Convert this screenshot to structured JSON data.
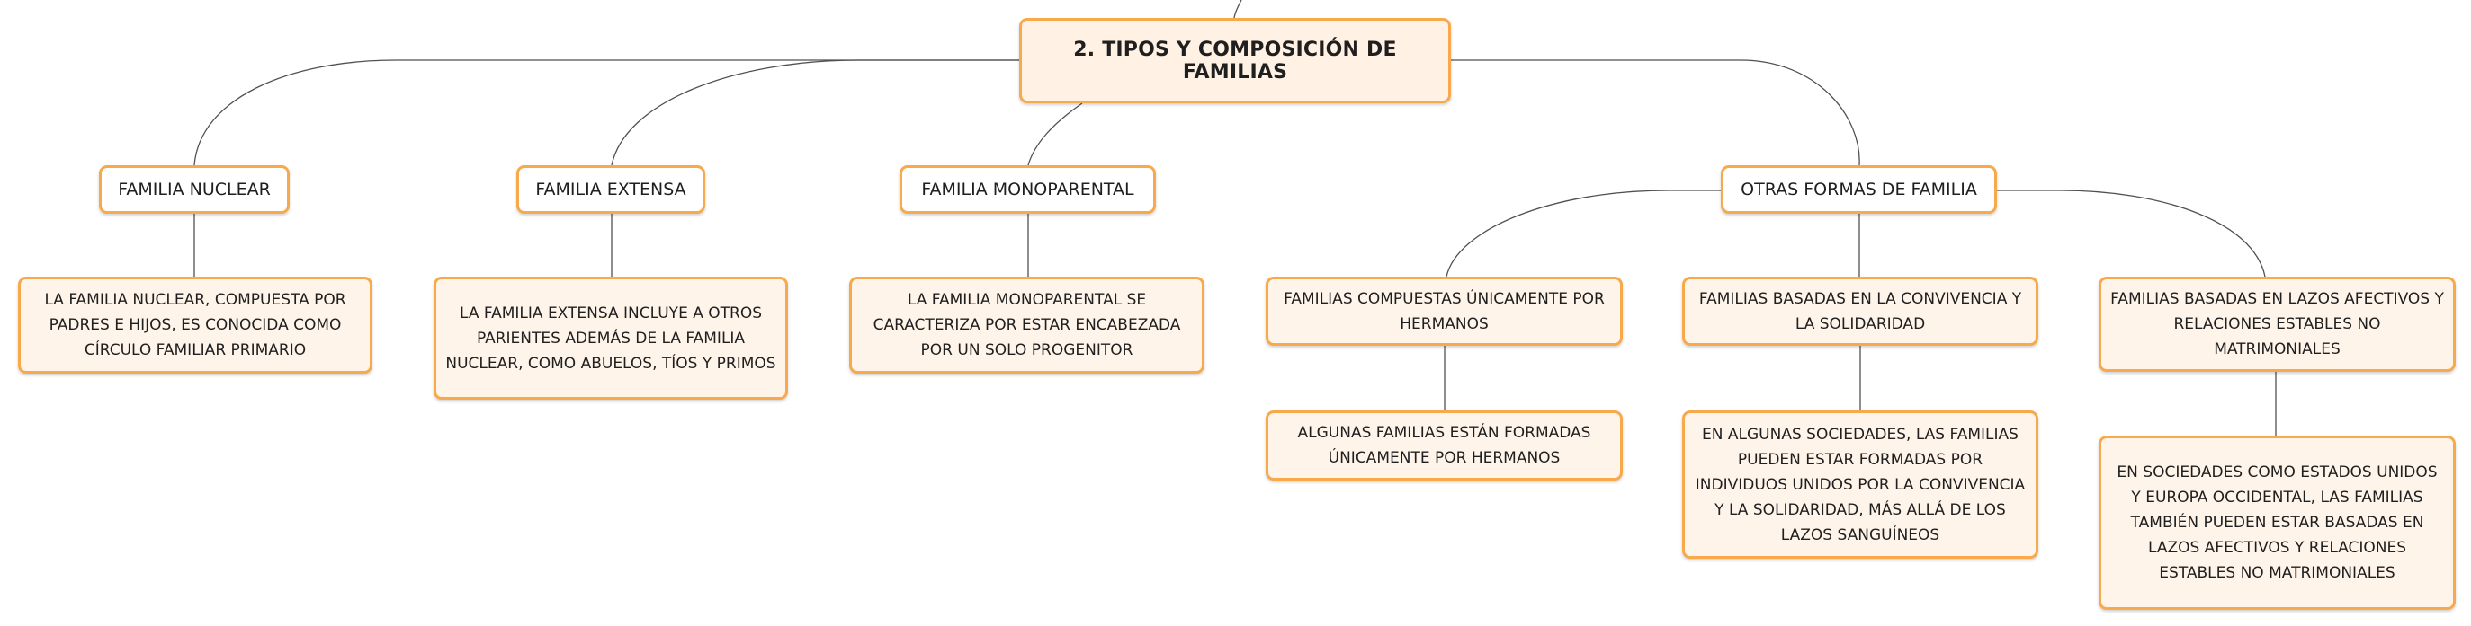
{
  "colors": {
    "border": "#f7a94b",
    "root_fill": "#fff1e3",
    "leaf_fill": "#fff4ea",
    "line": "#505050"
  },
  "root": {
    "label": "2. TIPOS Y COMPOSICIÓN DE FAMILIAS"
  },
  "branches": [
    {
      "label": "FAMILIA NUCLEAR",
      "detail": "LA FAMILIA NUCLEAR, COMPUESTA POR PADRES E HIJOS, ES CONOCIDA COMO CÍRCULO FAMILIAR PRIMARIO"
    },
    {
      "label": "FAMILIA EXTENSA",
      "detail": "LA FAMILIA EXTENSA INCLUYE A OTROS PARIENTES ADEMÁS DE LA FAMILIA NUCLEAR, COMO ABUELOS, TÍOS Y PRIMOS"
    },
    {
      "label": "FAMILIA MONOPARENTAL",
      "detail": "LA FAMILIA MONOPARENTAL SE CARACTERIZA POR ESTAR ENCABEZADA POR UN SOLO PROGENITOR"
    },
    {
      "label": "OTRAS FORMAS DE FAMILIA",
      "children": [
        {
          "label": "FAMILIAS COMPUESTAS ÚNICAMENTE POR HERMANOS",
          "detail": "ALGUNAS FAMILIAS ESTÁN FORMADAS ÚNICAMENTE POR HERMANOS"
        },
        {
          "label": "FAMILIAS BASADAS EN LA CONVIVENCIA Y LA SOLIDARIDAD",
          "detail": "EN ALGUNAS SOCIEDADES, LAS FAMILIAS PUEDEN ESTAR FORMADAS POR INDIVIDUOS UNIDOS POR LA CONVIVENCIA Y LA SOLIDARIDAD, MÁS ALLÁ DE LOS LAZOS SANGUÍNEOS"
        },
        {
          "label": "FAMILIAS BASADAS EN LAZOS AFECTIVOS Y RELACIONES ESTABLES NO MATRIMONIALES",
          "detail": "EN SOCIEDADES COMO ESTADOS UNIDOS Y EUROPA OCCIDENTAL, LAS FAMILIAS TAMBIÉN PUEDEN ESTAR BASADAS EN LAZOS AFECTIVOS Y RELACIONES ESTABLES NO MATRIMONIALES"
        }
      ]
    }
  ]
}
